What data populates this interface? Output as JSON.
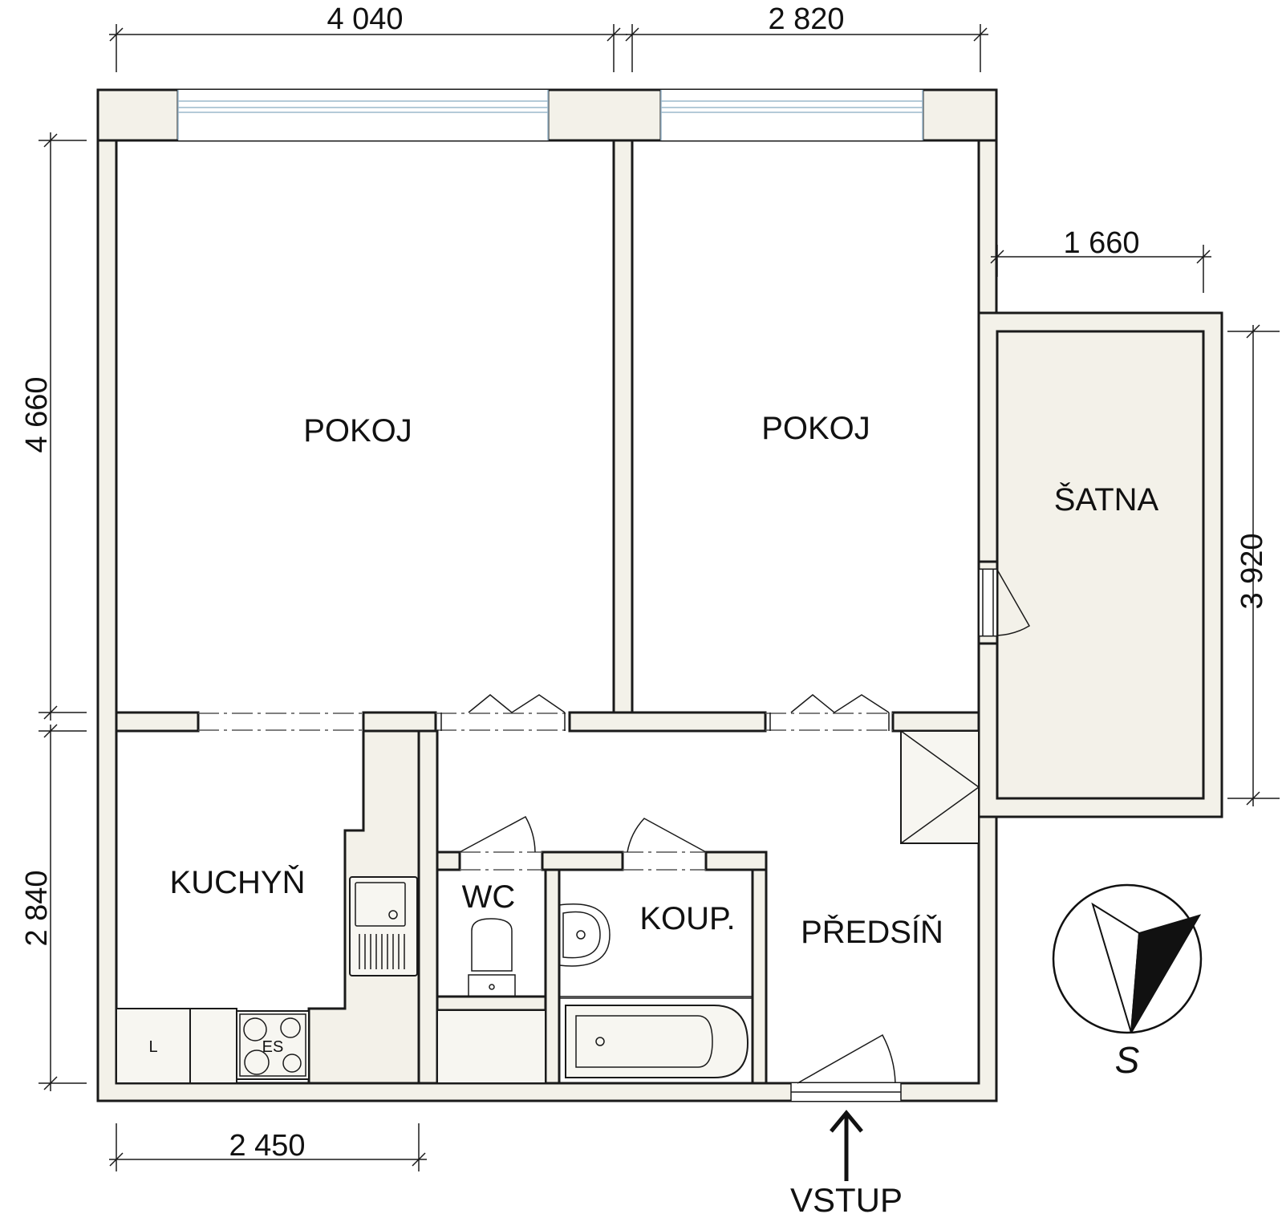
{
  "rooms": {
    "pokoj_left": "POKOJ",
    "pokoj_right": "POKOJ",
    "satna": "ŠATNA",
    "kuchyn": "KUCHYŇ",
    "wc": "WC",
    "koupelna": "KOUP.",
    "predsin": "PŘEDSÍŇ"
  },
  "dimensions": {
    "top_left": "4 040",
    "top_right": "2 820",
    "satna_width": "1 660",
    "left_upper": "4 660",
    "left_lower": "2 840",
    "satna_height": "3 920",
    "bottom": "2 450"
  },
  "appliances": {
    "fridge": "L",
    "stove": "ES"
  },
  "compass": {
    "label": "S"
  },
  "entrance": {
    "label": "VSTUP"
  },
  "colors": {
    "wall_fill": "#f3f1e9",
    "wall_stroke": "#1a1a1a",
    "window_glass": "#9bb8cc"
  }
}
